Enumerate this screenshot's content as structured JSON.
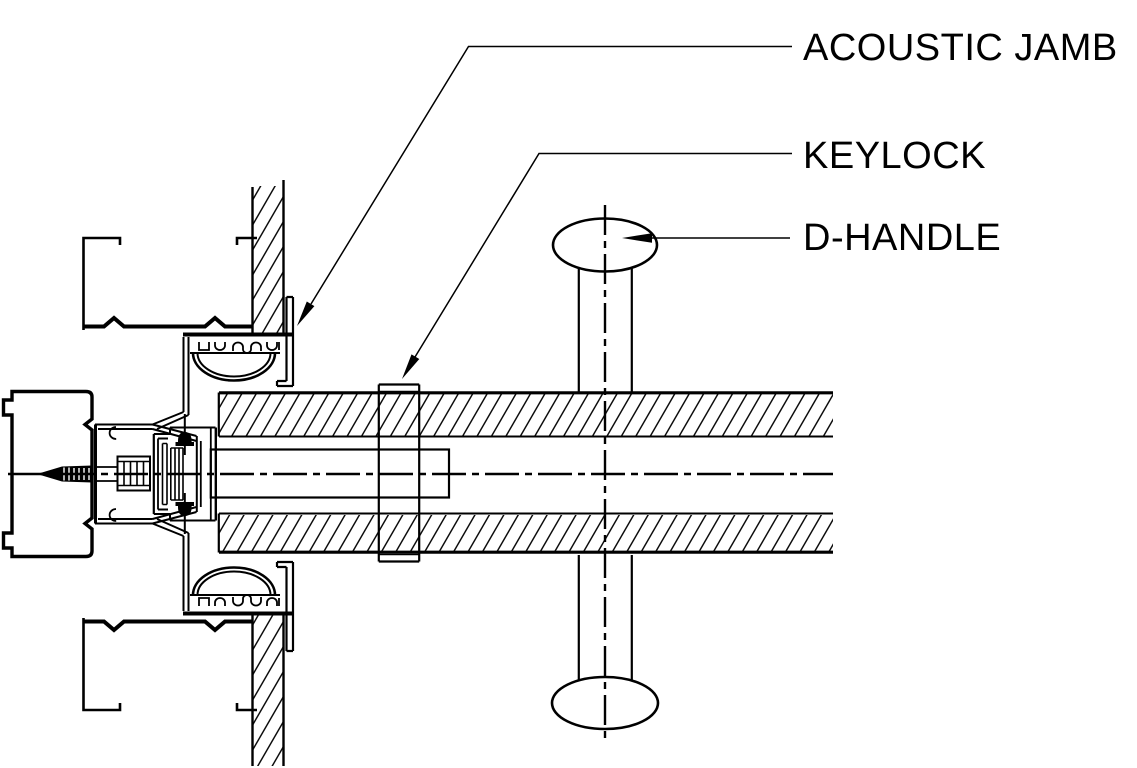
{
  "drawing": {
    "type": "architectural-detail-section",
    "callouts": [
      {
        "id": "acoustic-jamb",
        "label": "ACOUSTIC JAMB"
      },
      {
        "id": "keylock",
        "label": "KEYLOCK"
      },
      {
        "id": "d-handle",
        "label": "D-HANDLE"
      }
    ],
    "colors": {
      "line": "#000000",
      "background": "#ffffff"
    }
  }
}
